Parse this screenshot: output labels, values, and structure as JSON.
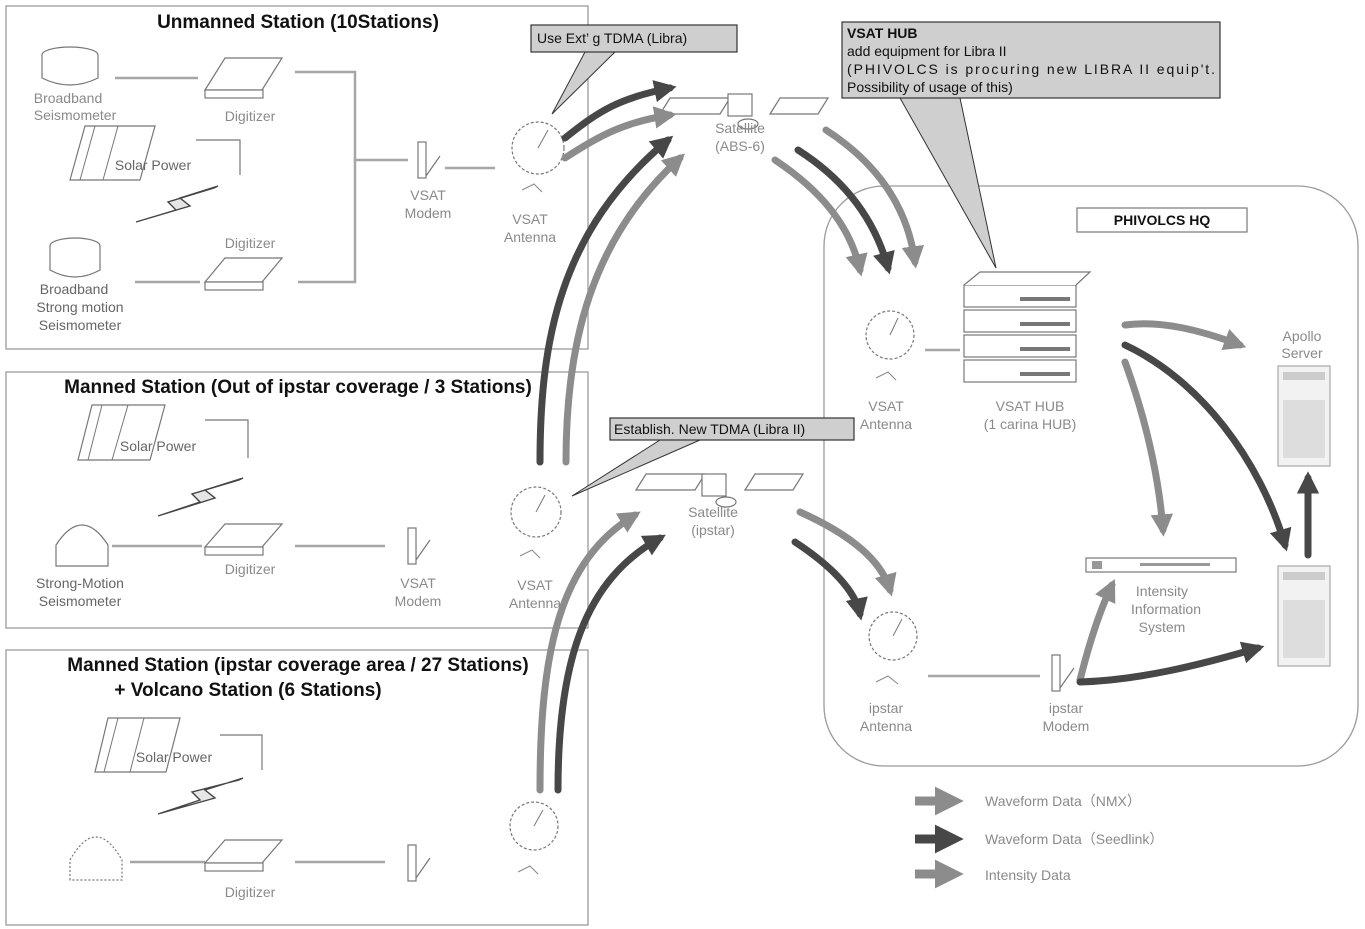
{
  "stations": {
    "unmanned": {
      "title": "Unmanned Station (10Stations)"
    },
    "manned_out": {
      "title": "Manned Station (Out of ipstar coverage / 3 Stations)"
    },
    "manned_in": {
      "title_line1": "Manned Station (ipstar coverage area / 27 Stations)",
      "title_line2": "+ Volcano Station (6 Stations)"
    }
  },
  "labels": {
    "broadband_seismometer_1": "Broadband",
    "broadband_seismometer_2": "Seismometer",
    "digitizer": "Digitizer",
    "solar_power": "Solar Power",
    "broadband_sm_1": "Broadband",
    "broadband_sm_2": "Strong motion",
    "broadband_sm_3": "Seismometer",
    "vsat_modem_1": "VSAT",
    "vsat_modem_2": "Modem",
    "vsat_antenna_1": "VSAT",
    "vsat_antenna_2": "Antenna",
    "strong_motion_1": "Strong-Motion",
    "strong_motion_2": "Seismometer",
    "sat_abs_1": "Satellite",
    "sat_abs_2": "(ABS-6)",
    "sat_ipstar_1": "Satellite",
    "sat_ipstar_2": "(ipstar)",
    "vsat_hub_1": "VSAT HUB",
    "vsat_hub_2": "(1 carina HUB)",
    "apollo_1": "Apollo",
    "apollo_2": "Server",
    "intensity_1": "Intensity",
    "intensity_2": "Information",
    "intensity_3": "System",
    "ipstar_antenna_1": "ipstar",
    "ipstar_antenna_2": "Antenna",
    "ipstar_modem_1": "ipstar",
    "ipstar_modem_2": "Modem",
    "phivolcs_hq": "PHIVOLCS HQ"
  },
  "callouts": {
    "tdma_libra": "Use Ext’ g TDMA (Libra)",
    "tdma_libra2": "Establish. New TDMA  (Libra II)",
    "hub_title": "VSAT HUB",
    "hub_line1": "add equipment for Libra II",
    "hub_line2": "(PHIVOLCS   is   procuring   new   LIBRA   II   equip't.",
    "hub_line3": "Possibility of usage of this)"
  },
  "legend": {
    "nmx": "Waveform Data（NMX）",
    "seedlink": "Waveform Data（Seedlink）",
    "intensity": "Intensity Data",
    "colors": {
      "nmx": "#8c8c8c",
      "seedlink": "#474747",
      "intensity": "#8c8c8c"
    }
  }
}
